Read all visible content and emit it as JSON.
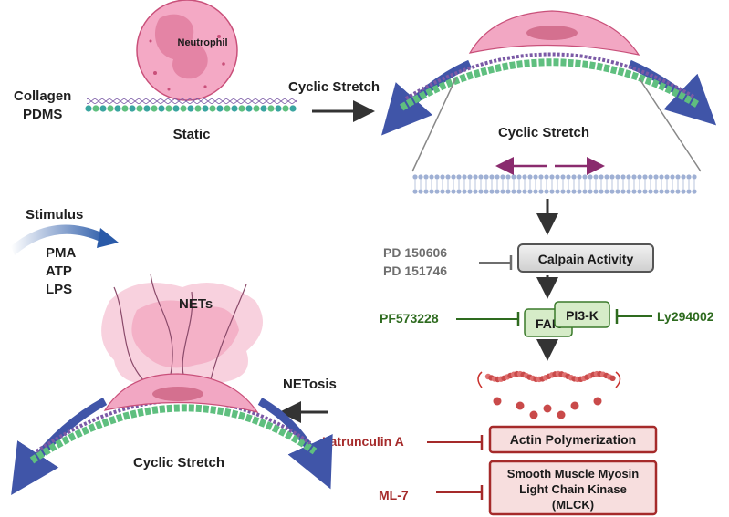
{
  "labels": {
    "neutrophil": "Neutrophil",
    "collagen": "Collagen",
    "pdms": "PDMS",
    "static": "Static",
    "cyclic_stretch_arrow": "Cyclic Stretch",
    "cyclic_stretch_top": "Cyclic Stretch",
    "cyclic_stretch_bottom": "Cyclic Stretch",
    "stimulus": "Stimulus",
    "stimuli": [
      "PMA",
      "ATP",
      "LPS"
    ],
    "nets": "NETs",
    "netosis": "NETosis"
  },
  "pathway": {
    "calpain": "Calpain Activity",
    "calpain_inhibitors": [
      "PD 150606",
      "PD 151746"
    ],
    "fak": "FAK",
    "fak_inhibitor": "PF573228",
    "pi3k": "PI3-K",
    "pi3k_inhibitor": "Ly294002",
    "actin": "Actin Polymerization",
    "actin_inhibitor": "Latrunculin A",
    "mlck_lines": [
      "Smooth Muscle Myosin",
      "Light Chain Kinase",
      "(MLCK)"
    ],
    "mlck_inhibitor": "ML-7"
  },
  "colors": {
    "cell_pink": "#f2a7c3",
    "nucleus": "#d4708f",
    "bead_green": "#5fbf7f",
    "bead_teal": "#3aa5a0",
    "mesh_purple": "#7b5aa6",
    "stretch_blue": "#4055a8",
    "gray_box": "#d9d9d9",
    "green_box": "#d6ecc8",
    "red_box": "#f7dede",
    "inhibitor_gray": "#6e6e6e",
    "inhibitor_green": "#2e6b1f",
    "inhibitor_red": "#a52a2a",
    "membrane_arrow": "#8a2b6e"
  }
}
